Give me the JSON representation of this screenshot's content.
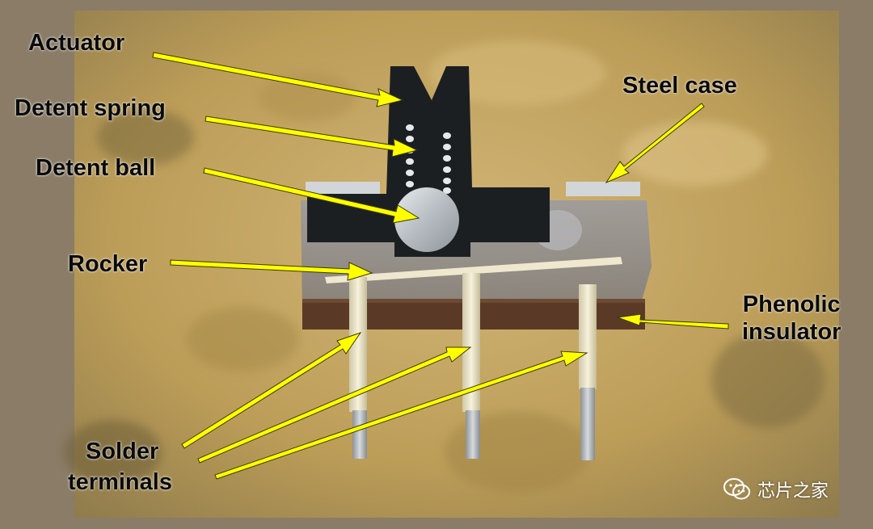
{
  "labels": {
    "actuator": "Actuator",
    "detent_spring": "Detent spring",
    "detent_ball": "Detent ball",
    "rocker": "Rocker",
    "steel_case": "Steel case",
    "phenolic_insulator": [
      "Phenolic",
      "insulator"
    ],
    "solder_terminals": [
      "Solder",
      "terminals"
    ]
  },
  "watermark": {
    "icon": "wechat-icon",
    "text": "芯片之家"
  },
  "colors": {
    "arrow": "#ffff00",
    "arrow_outline": "#3a3a00",
    "frame": "#8a7c66",
    "background": "#c9ad6a",
    "actuator": "#1c1f22",
    "steel": "#d2d6d8",
    "insulator": "#5a3a26",
    "terminal": "#efe8cf"
  }
}
